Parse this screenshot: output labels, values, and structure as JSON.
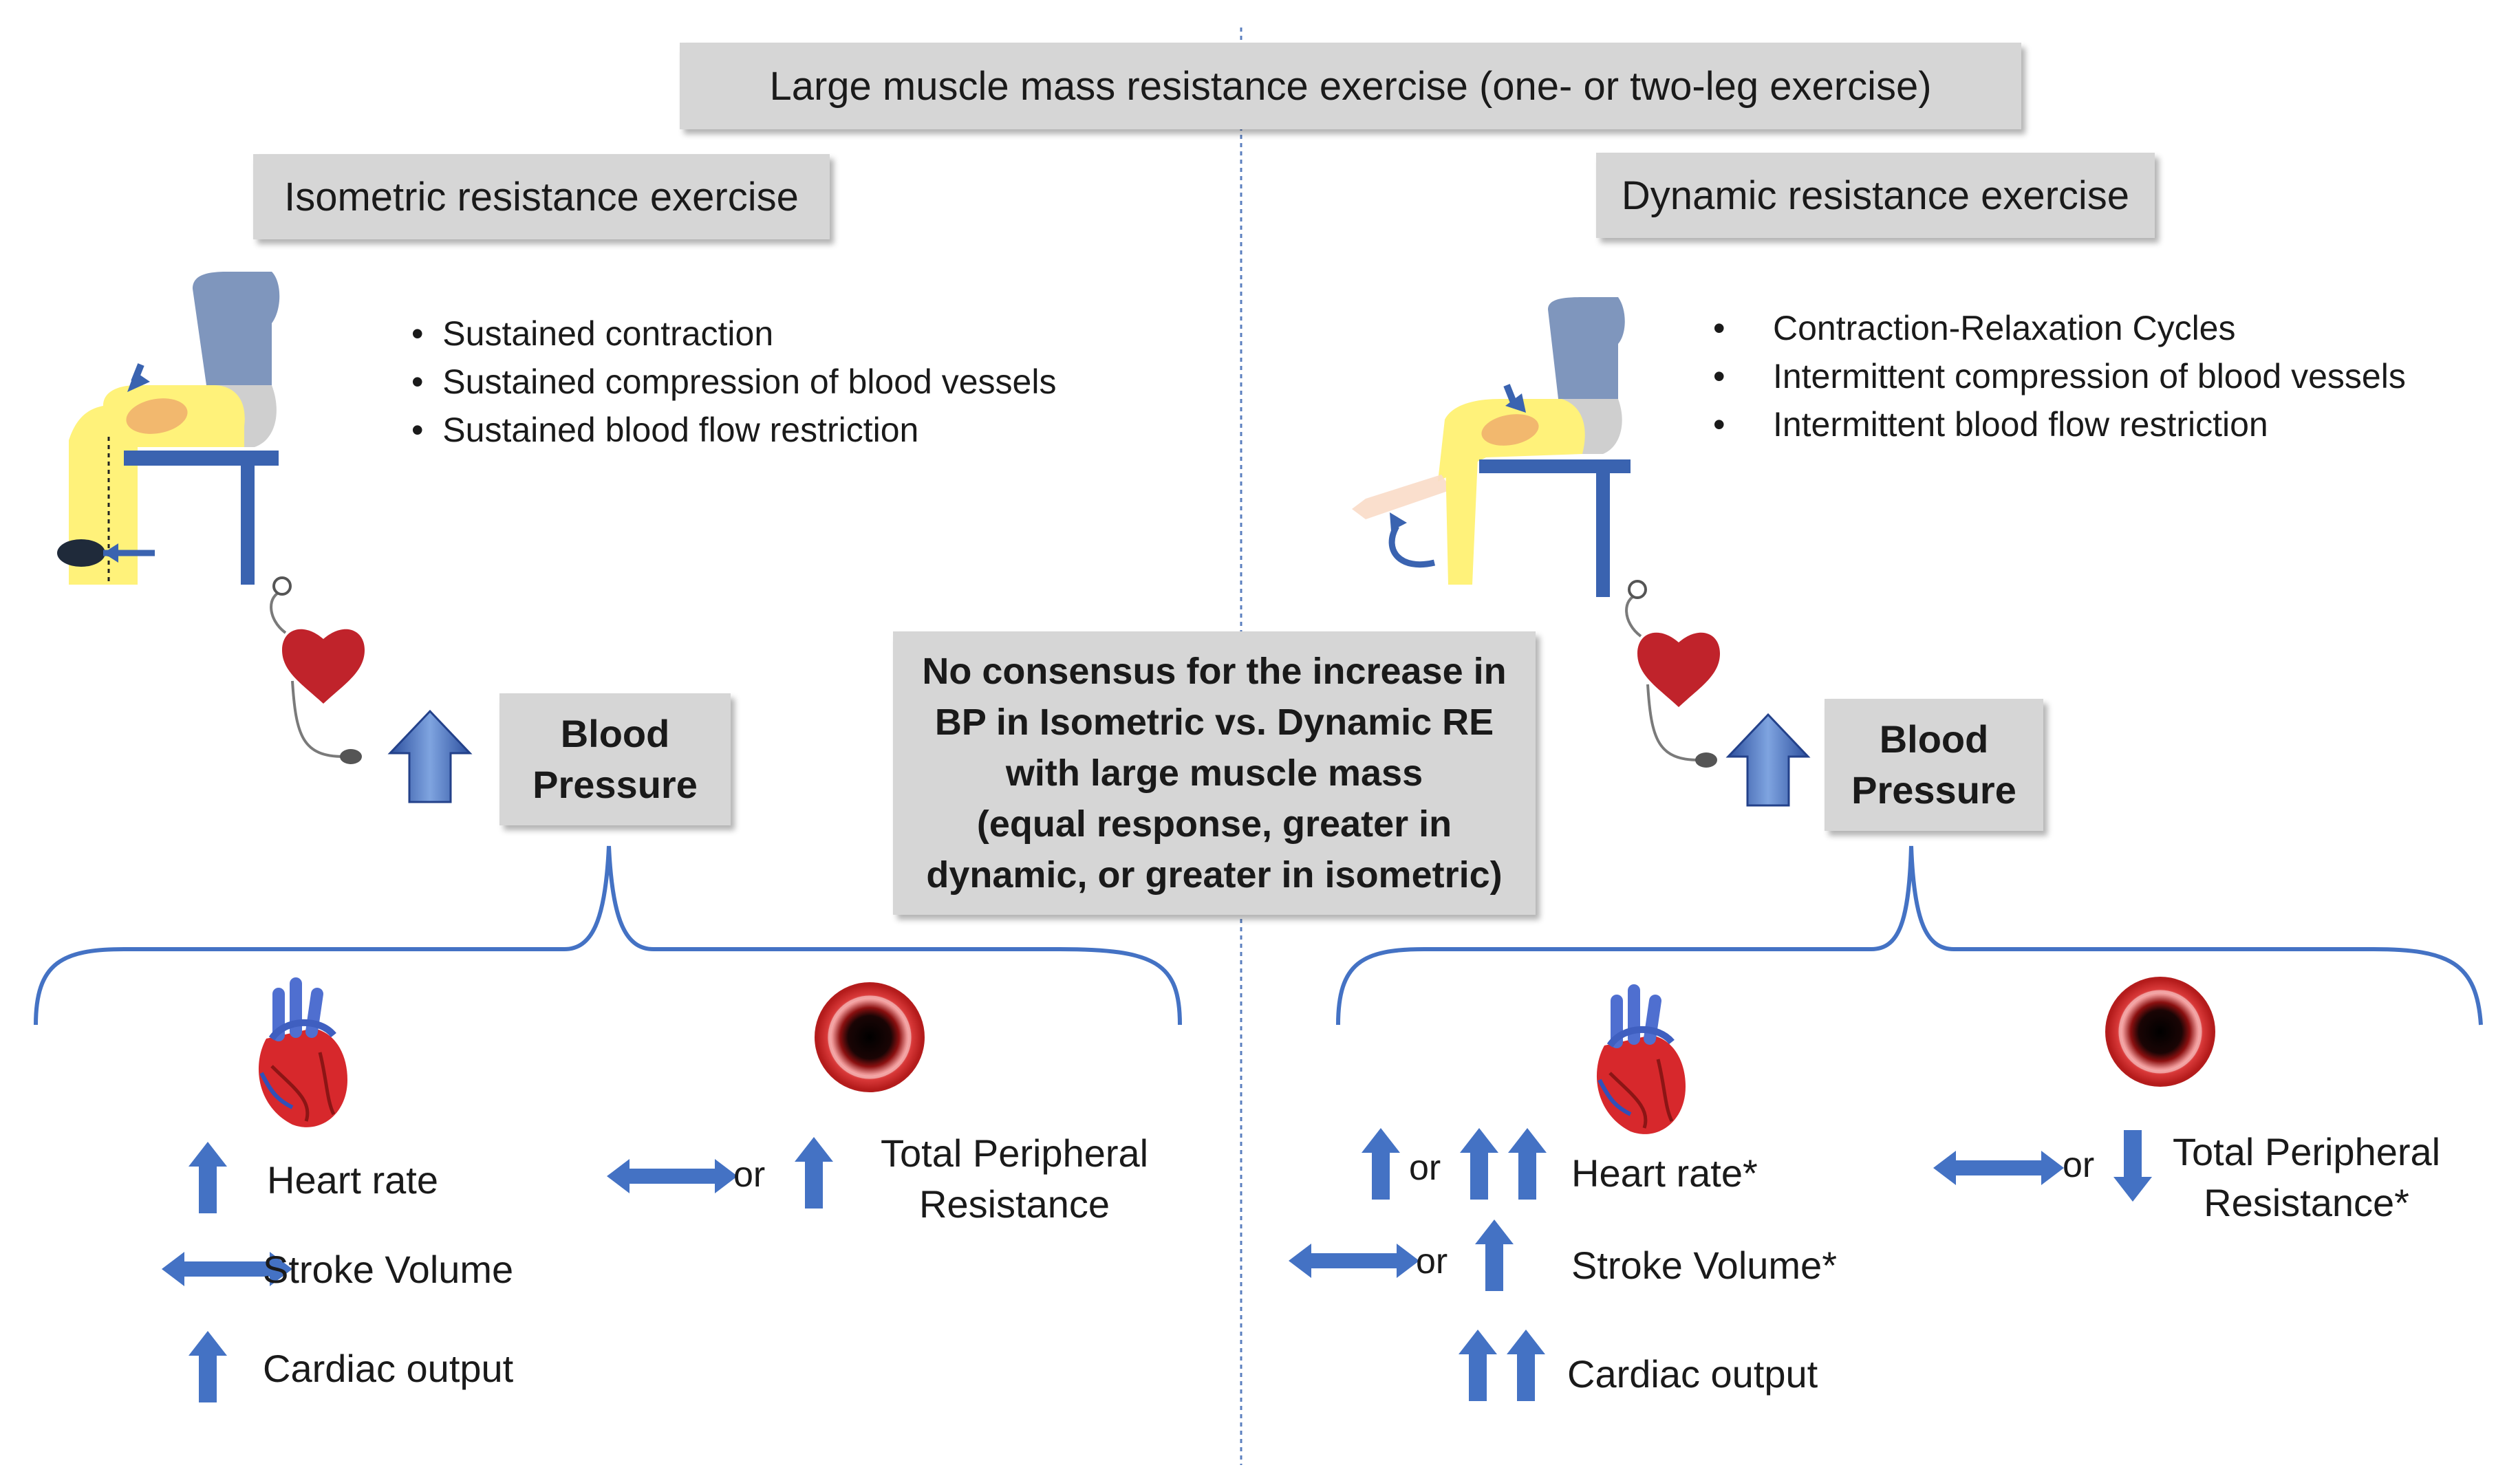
{
  "title": "Large muscle mass  resistance exercise (one- or two-leg exercise)",
  "left": {
    "heading": "Isometric resistance exercise",
    "bullets": [
      "Sustained contraction",
      "Sustained compression of blood vessels",
      "Sustained blood flow restriction"
    ],
    "bp_line1": "Blood",
    "bp_line2": "Pressure",
    "heart_rate": "Heart rate",
    "stroke_volume": "Stroke Volume",
    "cardiac_output": "Cardiac output",
    "tpr_line1": "Total Peripheral",
    "tpr_line2": "Resistance",
    "or": "or"
  },
  "right": {
    "heading": "Dynamic resistance exercise",
    "bullets": [
      "Contraction-Relaxation Cycles",
      "Intermittent compression of blood vessels",
      "Intermittent blood flow restriction"
    ],
    "bp_line1": "Blood",
    "bp_line2": "Pressure",
    "heart_rate": "Heart rate*",
    "stroke_volume": "Stroke Volume*",
    "cardiac_output": "Cardiac output",
    "tpr_line1": "Total Peripheral",
    "tpr_line2": "Resistance*",
    "or": "or"
  },
  "center_note": [
    "No consensus for the increase in",
    "BP in Isometric vs. Dynamic RE",
    "with large muscle mass",
    "(equal response, greater in",
    "dynamic, or greater in isometric)"
  ],
  "colors": {
    "box_fill": "#d6d6d6",
    "arrow_blue": "#4472c4",
    "brace_blue": "#4472c4",
    "heart_red": "#c0232b",
    "leg_yellow": "#fff27a",
    "chair_blue": "#3a63b0",
    "torso_blue": "#7f96bd"
  },
  "icons": [
    "up-arrow-icon",
    "double-arrow-icon",
    "down-arrow-icon",
    "heart-stethoscope-icon",
    "anatomical-heart-icon",
    "blood-vessel-icon",
    "curved-arrow-icon"
  ]
}
